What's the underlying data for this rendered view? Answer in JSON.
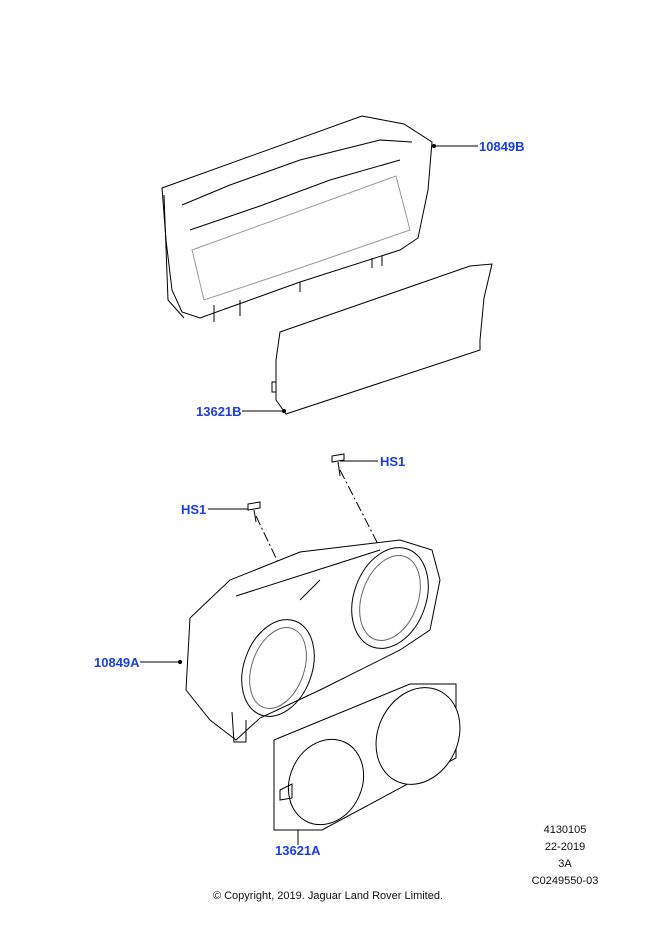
{
  "callouts": {
    "c10849B": "10849B",
    "c13621B": "13621B",
    "hs1_top": "HS1",
    "hs1_left": "HS1",
    "c10849A": "10849A",
    "c13621A": "13621A"
  },
  "meta": {
    "ref": "4130105",
    "date": "22-2019",
    "rev": "3A",
    "code": "C0249550-03"
  },
  "copyright": "© Copyright, 2019. Jaguar Land Rover Limited.",
  "colors": {
    "callout": "#1a3cf0",
    "line": "#000000"
  }
}
